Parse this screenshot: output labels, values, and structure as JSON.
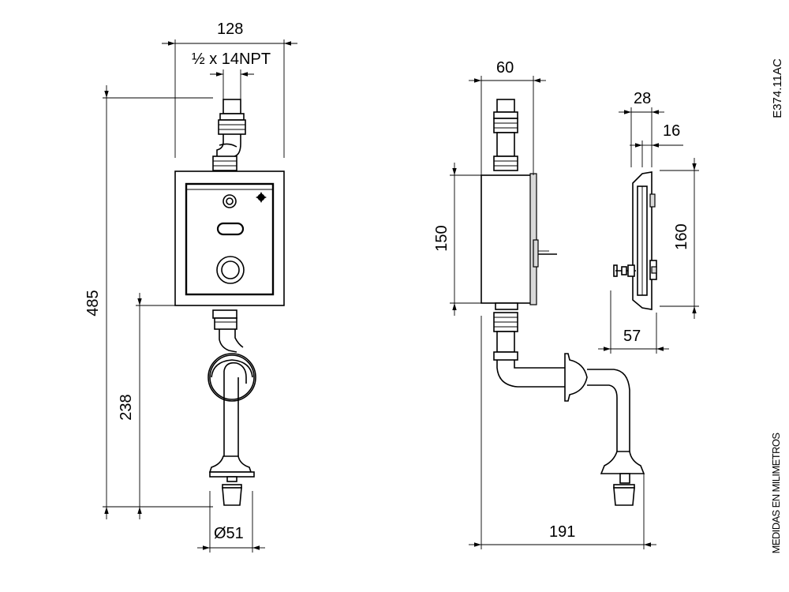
{
  "drawing_code": "E374.11AC",
  "units_note": "MEDIDAS EN MILIMETROS",
  "front_view": {
    "width_label": "128",
    "thread_label": "½ x 14NPT",
    "total_height_label": "485",
    "lower_height_label": "238",
    "outlet_diameter_label": "Ø51"
  },
  "side_view": {
    "box_width_label": "60",
    "box_height_label": "150",
    "total_depth_label": "191"
  },
  "plate_view": {
    "plate_depth_label": "28",
    "flange_label": "16",
    "plate_height_label": "160",
    "projection_label": "57"
  }
}
